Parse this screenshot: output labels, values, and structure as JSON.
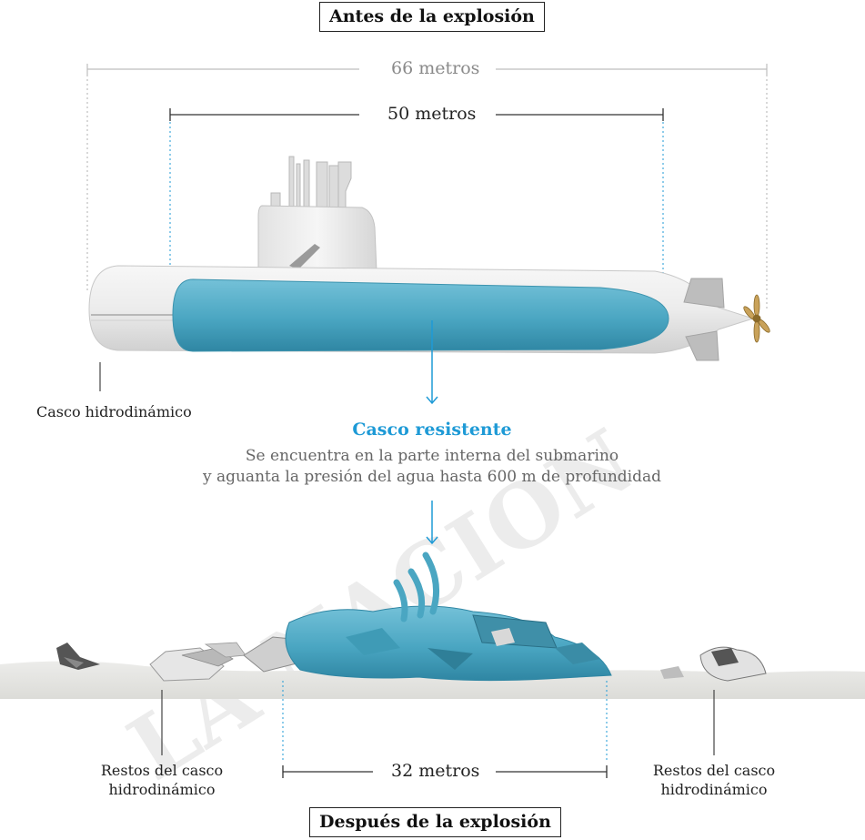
{
  "titles": {
    "before": "Antes de la explosión",
    "after": "Después de la explosión"
  },
  "dimensions": {
    "total_length": "66 metros",
    "pressure_hull_length": "50 metros",
    "wreck_length": "32 metros"
  },
  "labels": {
    "hydrodynamic_hull": "Casco hidrodinámico",
    "debris_left": "Restos del casco hidrodinámico",
    "debris_right": "Restos del casco hidrodinámico"
  },
  "highlight": {
    "title": "Casco resistente",
    "description_line1": "Se encuentra en la parte interna del submarino",
    "description_line2": "y aguanta la presión del agua hasta 600 m de profundidad"
  },
  "watermark": "LA NACION",
  "colors": {
    "accent": "#1e9ad6",
    "pressure_hull": "#4aa6c2",
    "outer_hull": "#eeeeee",
    "seabed": "#e6e6e3"
  }
}
